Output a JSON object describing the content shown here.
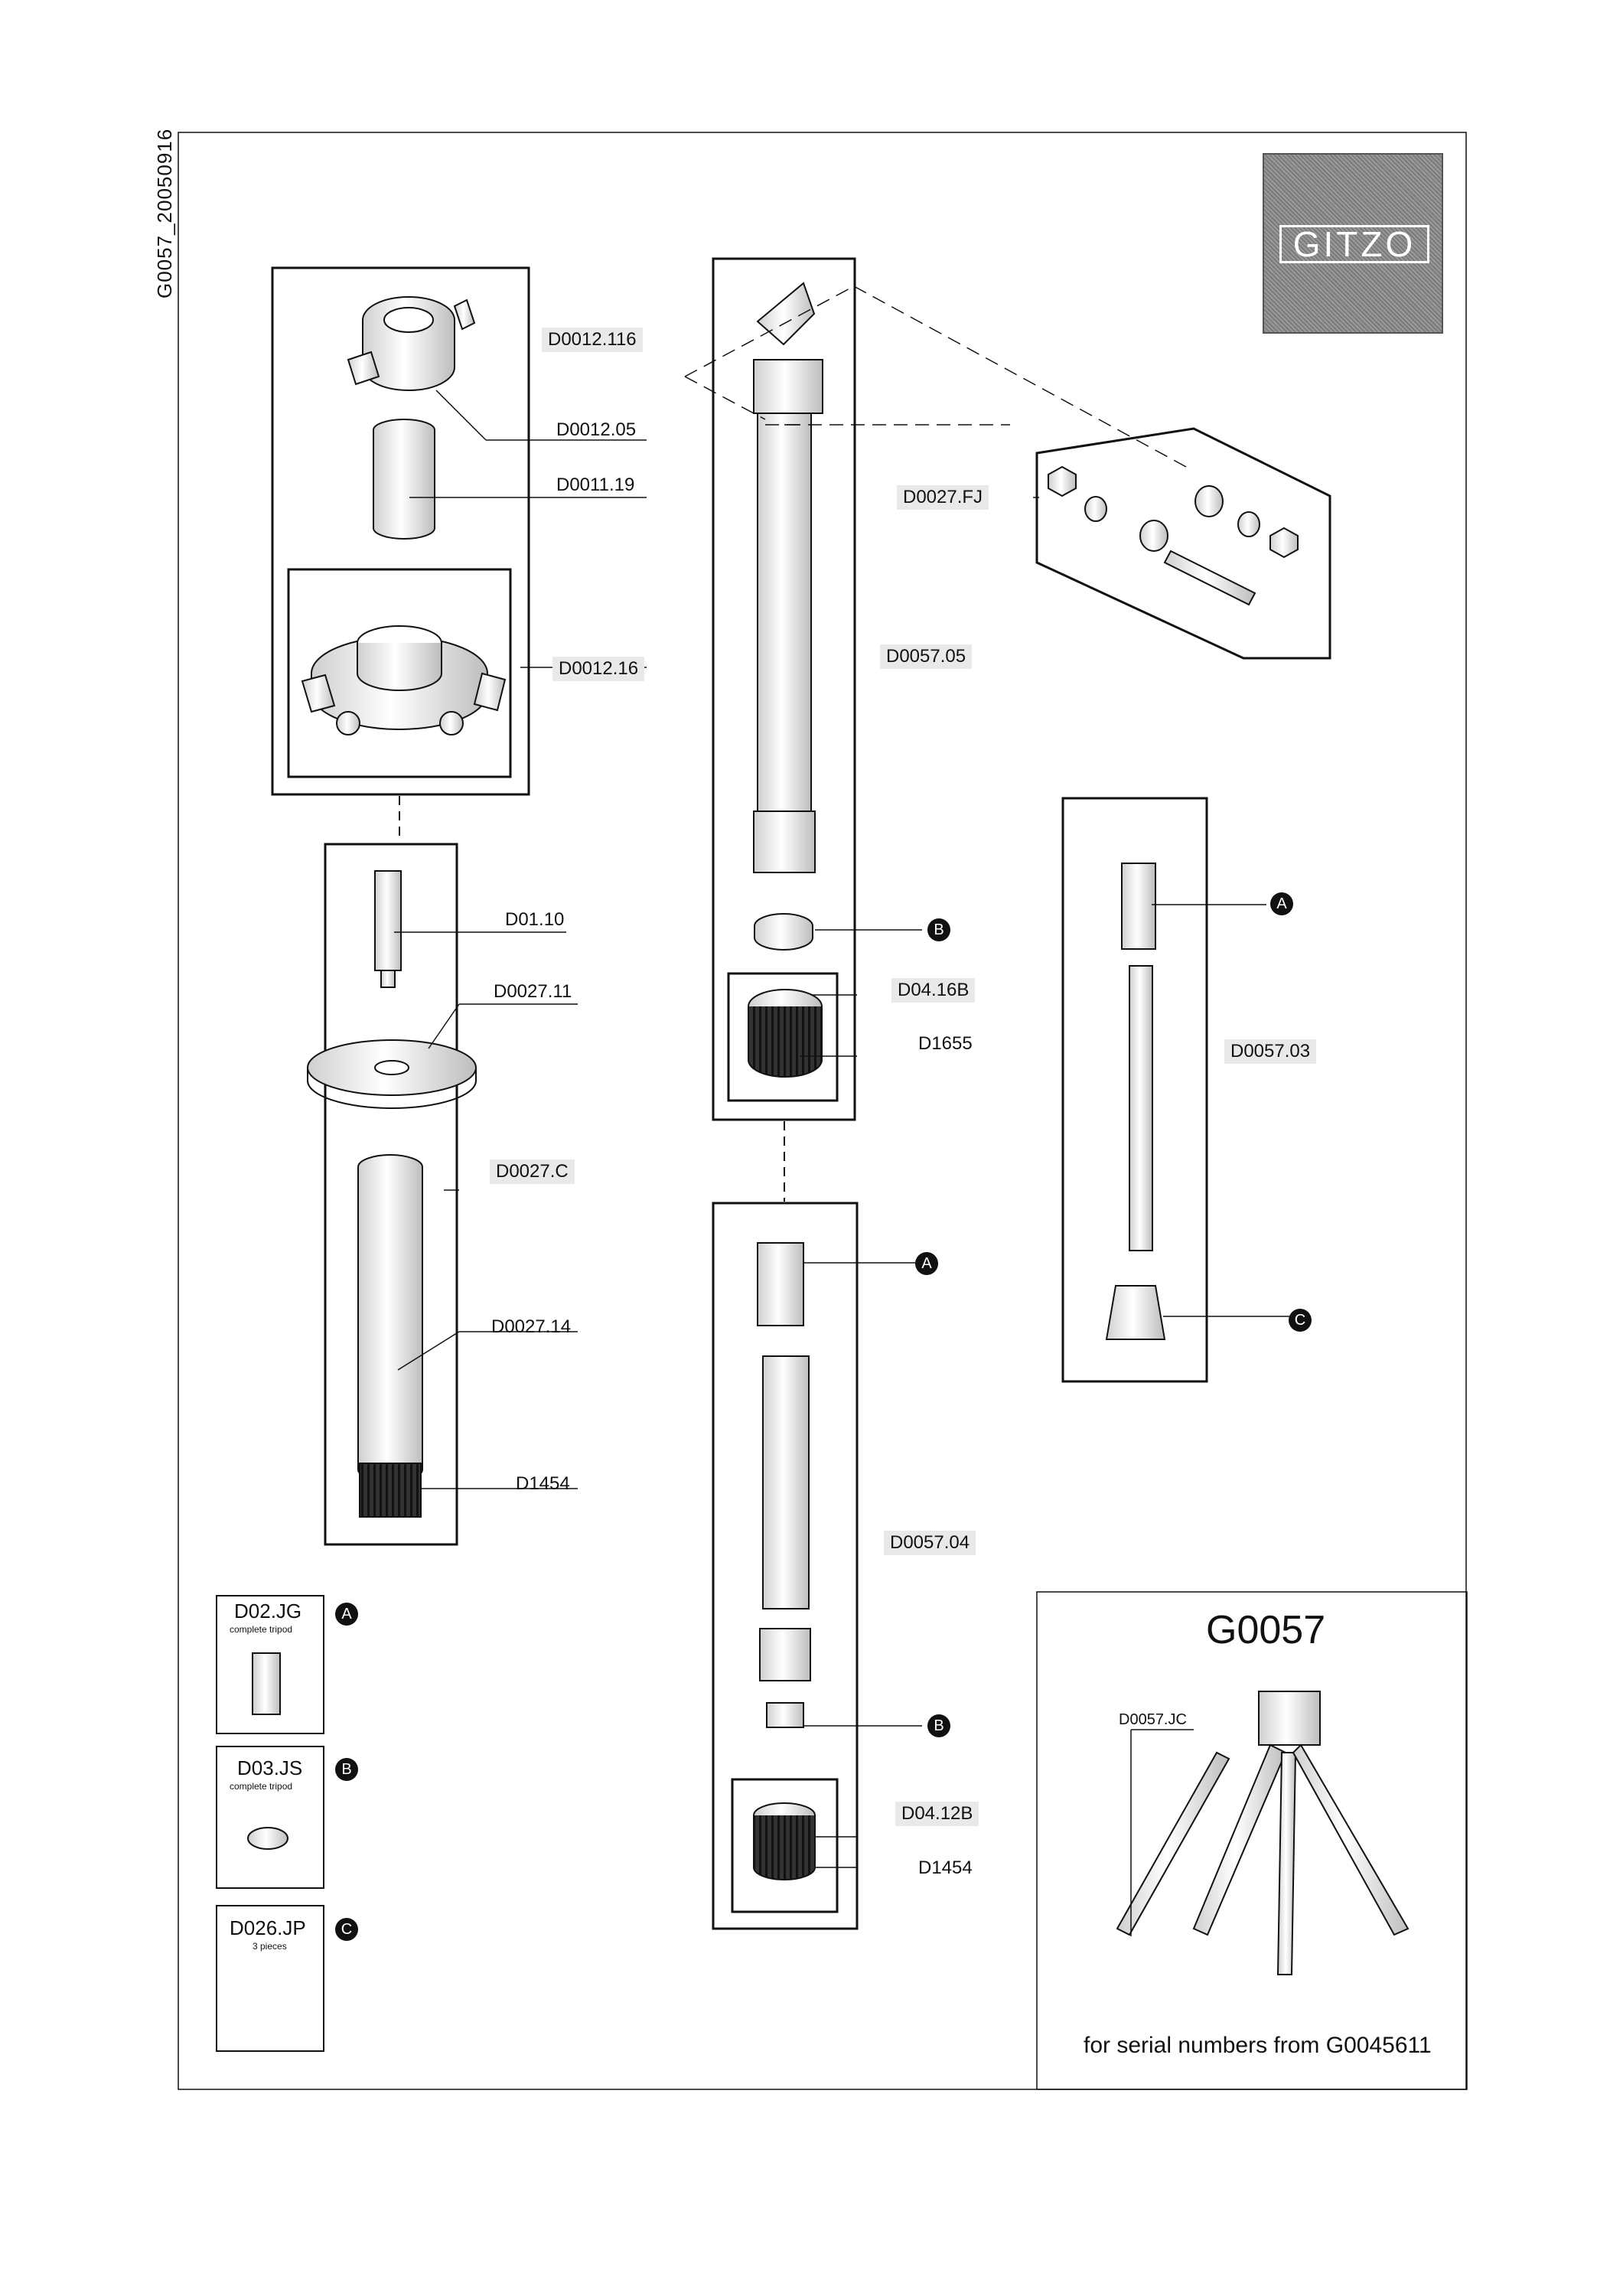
{
  "doc_code": "G0057_20050916",
  "brand": "GITZO",
  "model": "G0057",
  "serial_note": "for serial numbers from G0045611",
  "parts": {
    "p1": "D0012.116",
    "p2": "D0012.05",
    "p3": "D0011.19",
    "p4": "D0012.16",
    "p5": "D01.10",
    "p6": "D0027.11",
    "p7": "D0027.C",
    "p8": "D0027.14",
    "p9": "D1454",
    "p10": "D0027.FJ",
    "p11": "D0057.05",
    "p12": "D04.16B",
    "p13": "D1655",
    "p14": "D0057.04",
    "p15": "D04.12B",
    "p16": "D1454",
    "p17": "D0057.03",
    "p18": "D0057.JC"
  },
  "callouts": {
    "a": "A",
    "b": "B",
    "c": "C"
  },
  "kits": [
    {
      "code": "D02.JG",
      "note": "complete tripod",
      "ref": "A"
    },
    {
      "code": "D03.JS",
      "note": "complete tripod",
      "ref": "B"
    },
    {
      "code": "D026.JP",
      "note": "3 pieces",
      "ref": "C"
    }
  ]
}
